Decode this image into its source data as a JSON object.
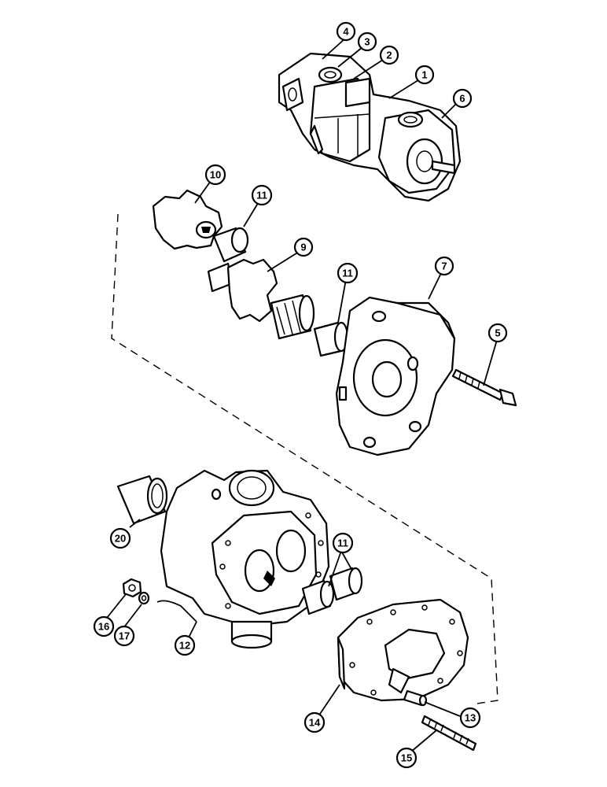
{
  "callouts": [
    {
      "id": "c1",
      "label": "1"
    },
    {
      "id": "c2",
      "label": "2"
    },
    {
      "id": "c3",
      "label": "3"
    },
    {
      "id": "c4",
      "label": "4"
    },
    {
      "id": "c5",
      "label": "5"
    },
    {
      "id": "c6",
      "label": "6"
    },
    {
      "id": "c7",
      "label": "7"
    },
    {
      "id": "c9",
      "label": "9"
    },
    {
      "id": "c10",
      "label": "10"
    },
    {
      "id": "c11a",
      "label": "11"
    },
    {
      "id": "c11b",
      "label": "11"
    },
    {
      "id": "c11c",
      "label": "11"
    },
    {
      "id": "c12",
      "label": "12"
    },
    {
      "id": "c13",
      "label": "13"
    },
    {
      "id": "c14",
      "label": "14"
    },
    {
      "id": "c15",
      "label": "15"
    },
    {
      "id": "c16",
      "label": "16"
    },
    {
      "id": "c17",
      "label": "17"
    },
    {
      "id": "c20",
      "label": "20"
    }
  ]
}
